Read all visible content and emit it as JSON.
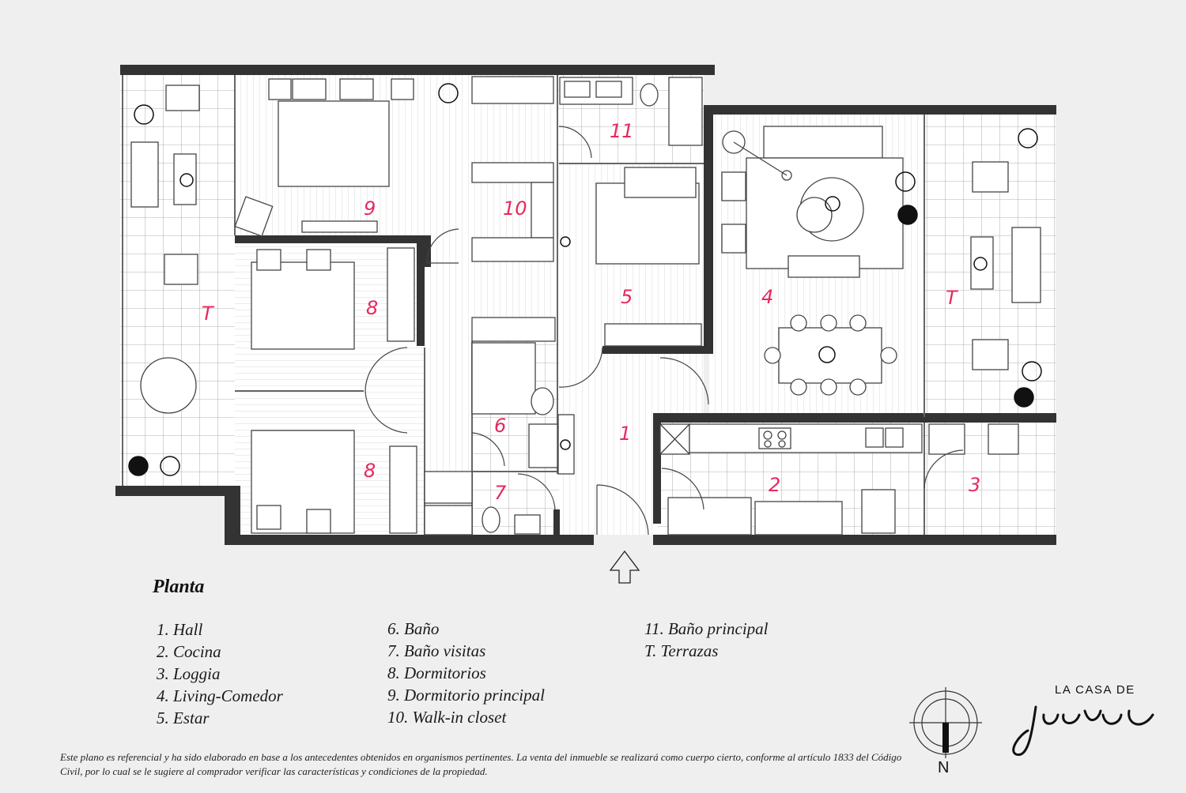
{
  "legend": {
    "title": "Planta",
    "col1": [
      "1.  Hall",
      "2.  Cocina",
      "3.  Loggia",
      "4.  Living-Comedor",
      "5.  Estar"
    ],
    "col2": [
      "6.  Baño",
      "7.  Baño visitas",
      "8. Dormitorios",
      "9. Dormitorio principal",
      "10. Walk-in closet"
    ],
    "col3": [
      "11.  Baño principal",
      "T.  Terrazas"
    ]
  },
  "rooms": {
    "r1": "1",
    "r2": "2",
    "r3": "3",
    "r4": "4",
    "r5": "5",
    "r6": "6",
    "r7": "7",
    "r8a": "8",
    "r8b": "8",
    "r9": "9",
    "r10": "10",
    "r11": "11",
    "tL": "T",
    "tR": "T"
  },
  "disclaimer": "Este plano es referencial y ha sido elaborado en base a los antecedentes obtenidos en organismos pertinentes.  La venta del inmueble se realizará como cuerpo cierto, conforme al artículo 1833 del Código Civil, por lo cual se le sugiere al comprador verificar las características y condiciones de la propiedad.",
  "brand": {
    "top": "LA CASA DE",
    "script": "Juana"
  },
  "compass": {
    "label": "N"
  },
  "colors": {
    "wall": "#333333",
    "room_label": "#e8285e",
    "floor": "#ffffff",
    "background": "#efefef"
  }
}
